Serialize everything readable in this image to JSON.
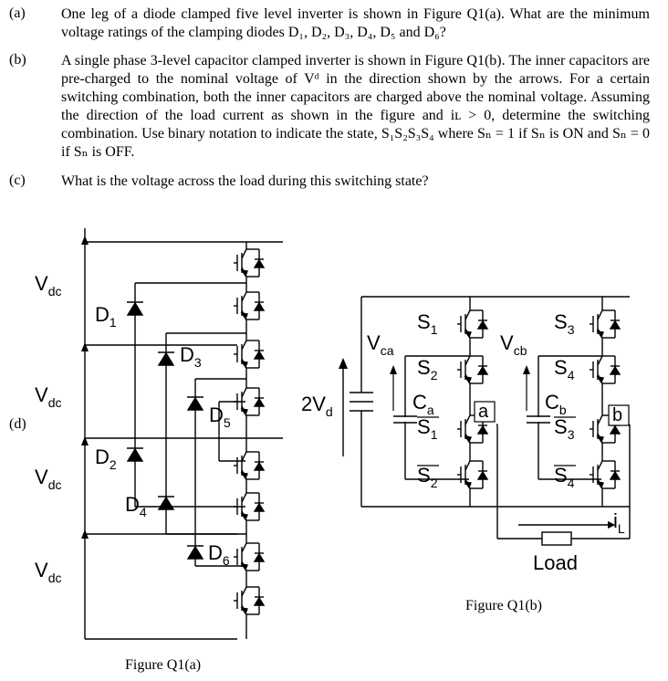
{
  "questions": [
    {
      "label": "(a)",
      "text": "One leg of a diode clamped five level inverter is shown in Figure Q1(a). What are the minimum voltage ratings of the clamping diodes D₁, D₂, D₃, D₄, D₅ and D₆?"
    },
    {
      "label": "(b)",
      "text": "A single phase 3-level capacitor clamped inverter is shown in Figure Q1(b). The inner capacitors are pre-charged to the nominal voltage of Vᵈ in the direction shown by the arrows. For a certain switching combination, both the inner capacitors are charged above the nominal voltage. Assuming the direction of the load current as shown in the figure and iʟ > 0, determine the switching combination. Use binary notation to indicate the state, S₁S₂S₃S₄ where Sₙ = 1 if Sₙ is ON and Sₙ = 0 if Sₙ is OFF."
    },
    {
      "label": "(c)",
      "text": "What is the voltage across the load during this switching state?"
    }
  ],
  "side_label": "(d)",
  "figure_a": {
    "caption": "Figure Q1(a)",
    "vdc_label": "V",
    "vdc_sub": "dc",
    "diodes": [
      {
        "name": "D",
        "sub": "1"
      },
      {
        "name": "D",
        "sub": "2"
      },
      {
        "name": "D",
        "sub": "3"
      },
      {
        "name": "D",
        "sub": "4"
      },
      {
        "name": "D",
        "sub": "5"
      },
      {
        "name": "D",
        "sub": "6"
      }
    ]
  },
  "figure_b": {
    "caption": "Figure Q1(b)",
    "source": {
      "label": "2V",
      "sub": "d"
    },
    "vca": {
      "label": "V",
      "sub": "ca"
    },
    "vcb": {
      "label": "V",
      "sub": "cb"
    },
    "ca": {
      "label": "C",
      "sub": "a"
    },
    "cb": {
      "label": "C",
      "sub": "b"
    },
    "node_a": "a",
    "node_b": "b",
    "switches_left": [
      {
        "label": "S",
        "sub": "1",
        "bar": false
      },
      {
        "label": "S",
        "sub": "2",
        "bar": false
      },
      {
        "label": "S",
        "sub": "1",
        "bar": true
      },
      {
        "label": "S",
        "sub": "2",
        "bar": true
      }
    ],
    "switches_right": [
      {
        "label": "S",
        "sub": "3",
        "bar": false
      },
      {
        "label": "S",
        "sub": "4",
        "bar": false
      },
      {
        "label": "S",
        "sub": "3",
        "bar": true
      },
      {
        "label": "S",
        "sub": "4",
        "bar": true
      }
    ],
    "current": {
      "label": "i",
      "sub": "L"
    },
    "load_label": "Load"
  }
}
